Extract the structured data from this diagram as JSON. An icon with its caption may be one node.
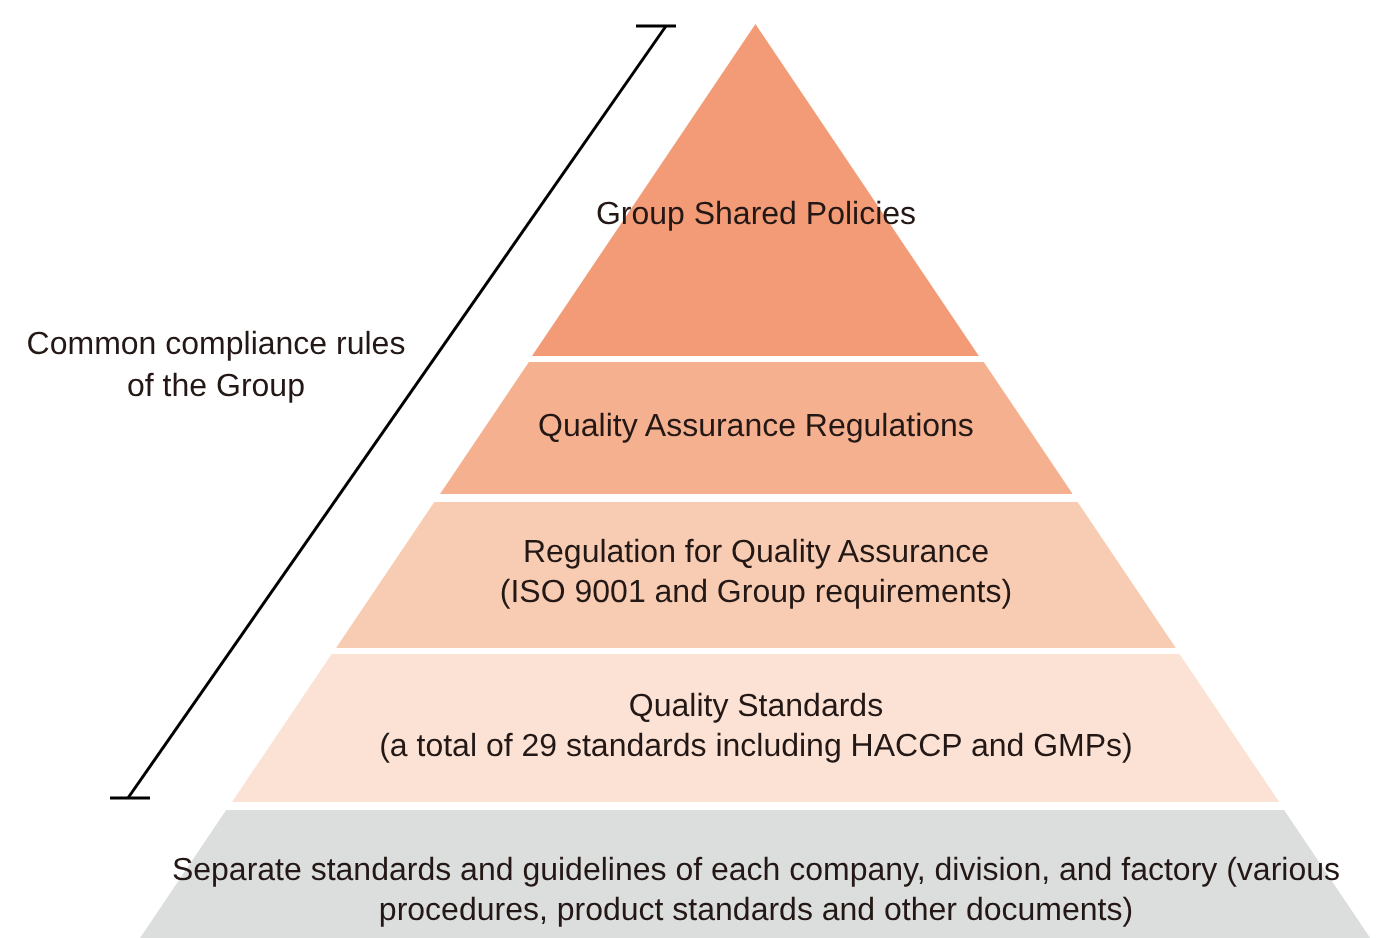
{
  "diagram": {
    "nodes": [
      {
        "text": [
          "Group Shared Policies"
        ]
      },
      {
        "text": [
          "Quality Assurance Regulations"
        ]
      },
      {
        "text": [
          "Regulation for Quality Assurance",
          "(ISO 9001 and Group requirements)"
        ]
      },
      {
        "text": [
          "Quality Standards",
          "(a total of 29 standards including HACCP and GMPs)"
        ]
      },
      {
        "text": [
          "Separate standards and guidelines of each company, division, and factory (various procedures, product standards and other documents)"
        ]
      }
    ],
    "edges": [],
    "labels": [
      "Common compliance rules of the Group"
    ]
  }
}
